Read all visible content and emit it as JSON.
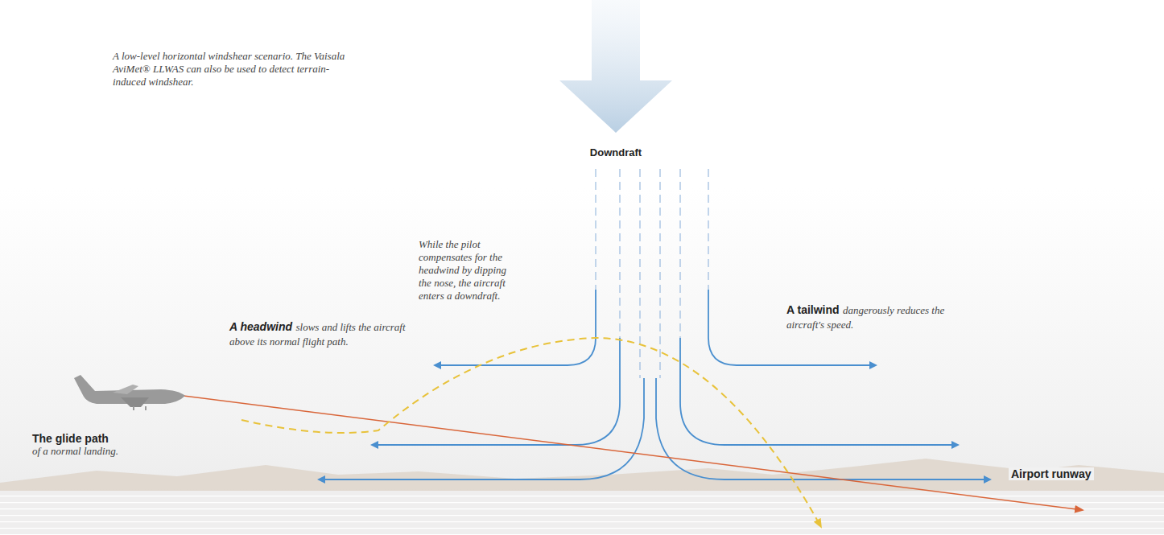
{
  "diagram": {
    "caption": "A low-level horizontal windshear scenario. The Vaisala AviMet® LLWAS can also be used to detect terrain-induced windshear.",
    "labels": [
      "Downdraft",
      "While the pilot compensates for the headwind by dipping the nose, the aircraft enters a downdraft.",
      "A headwind",
      "slows and lifts the aircraft above its normal flight path.",
      "A tailwind",
      "dangerously reduces the aircraft's speed.",
      "The glide path",
      "of a normal landing.",
      "Airport runway"
    ]
  }
}
